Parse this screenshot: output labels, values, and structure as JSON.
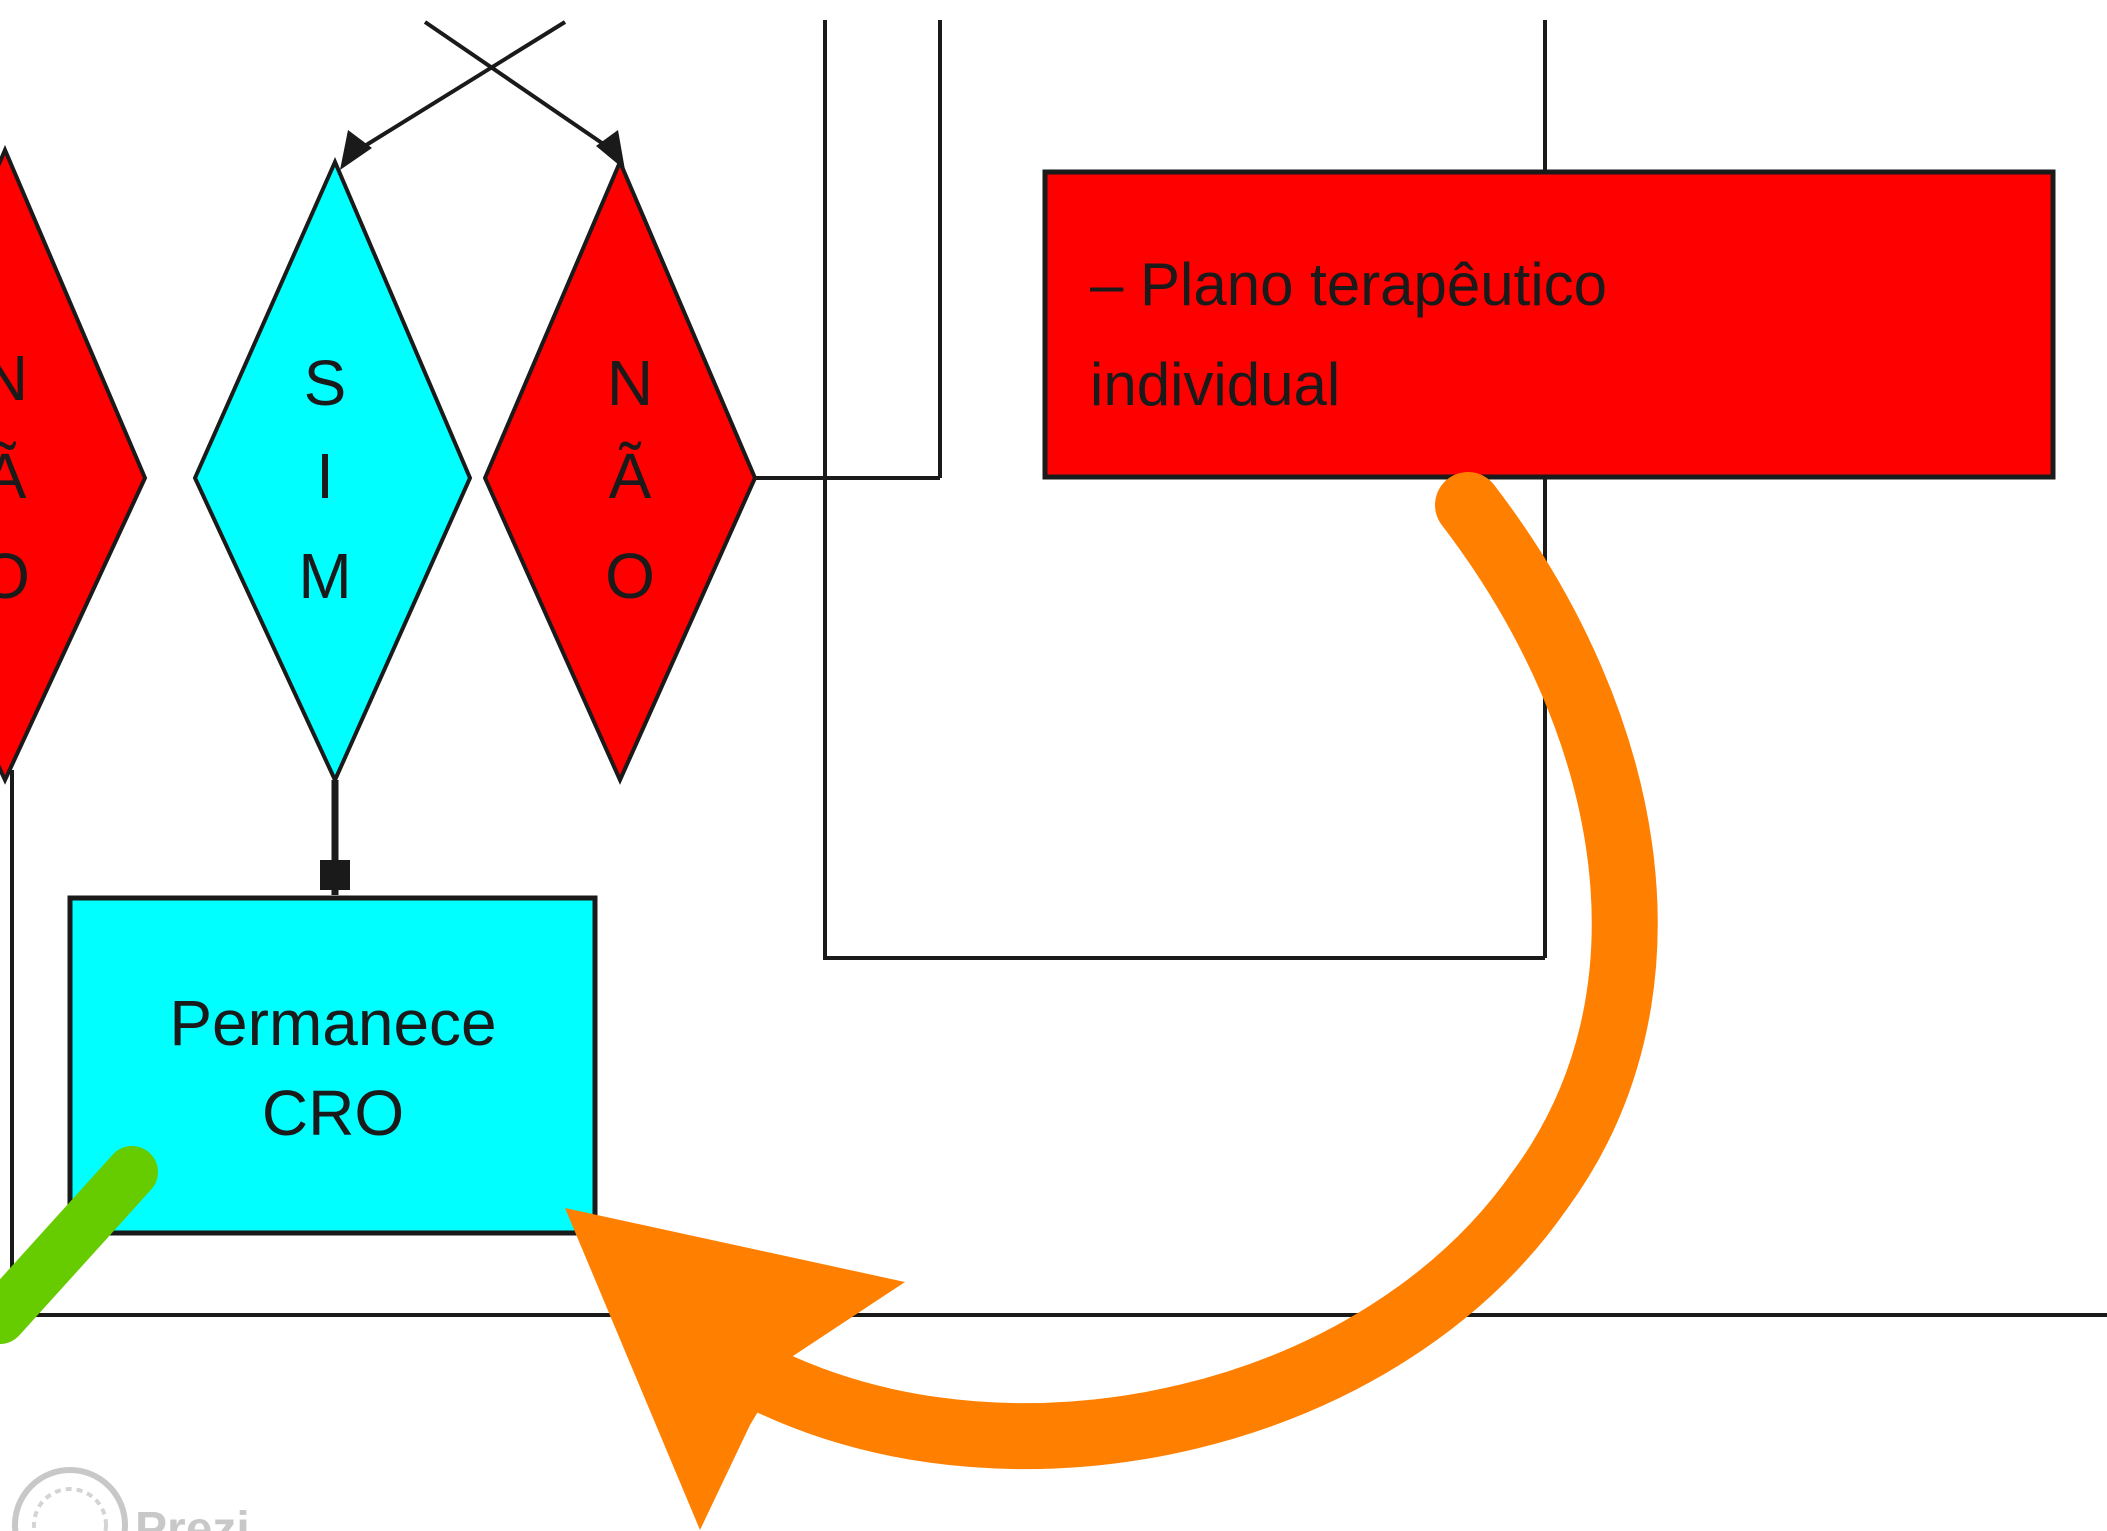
{
  "colors": {
    "red": "#ff0000",
    "cyan": "#00ffff",
    "orange": "#ff8000",
    "green": "#66cc00",
    "line": "#1a1a1a",
    "background": "#ffffff"
  },
  "diamonds": {
    "left_partial": {
      "letters": [
        "N",
        "Ã",
        "O"
      ]
    },
    "sim": {
      "letters": [
        "S",
        "I",
        "M"
      ]
    },
    "nao": {
      "letters": [
        "N",
        "Ã",
        "O"
      ]
    }
  },
  "boxes": {
    "permanece": {
      "line1": "Permanece",
      "line2": "CRO"
    },
    "plano": {
      "line1": "– Plano terapêutico",
      "line2": "individual"
    }
  },
  "logo": {
    "text": "Prezi",
    "icon": "prezi-logo-icon"
  }
}
